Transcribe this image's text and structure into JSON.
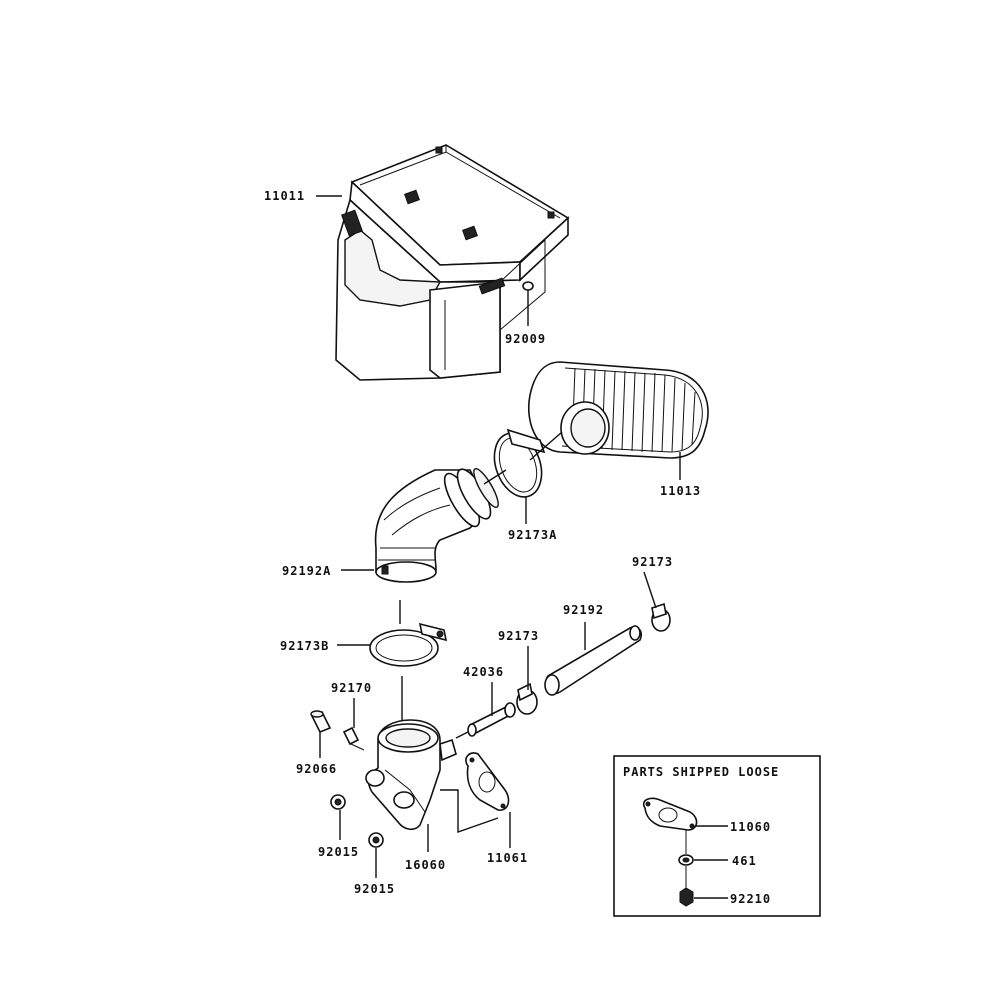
{
  "diagram": {
    "parts": {
      "p11011": "11011",
      "p92009": "92009",
      "p11013": "11013",
      "p92173A": "92173A",
      "p92192A": "92192A",
      "p92173B": "92173B",
      "p92173_top": "92173",
      "p92192": "92192",
      "p92173_mid": "92173",
      "p42036": "42036",
      "p92170": "92170",
      "p92066": "92066",
      "p92015_a": "92015",
      "p92015_b": "92015",
      "p16060": "16060",
      "p11061": "11061"
    },
    "loose_box": {
      "title": "PARTS SHIPPED LOOSE",
      "p11060": "11060",
      "p461": "461",
      "p92210": "92210"
    }
  }
}
